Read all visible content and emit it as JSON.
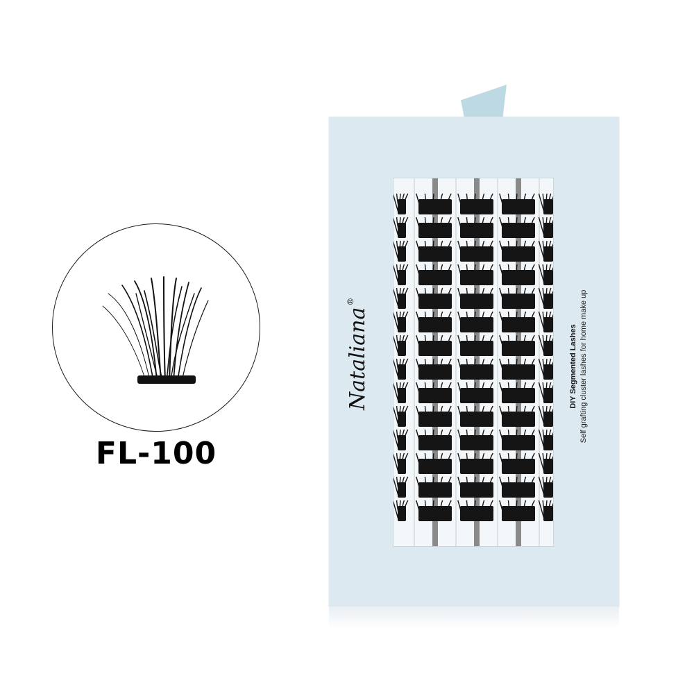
{
  "product": {
    "model": "FL-100",
    "brand": "Nataliana",
    "brand_mark": "®",
    "title": "DIY Segmented Lashes",
    "subtitle": "Self grafting cluster lashes for home make up"
  },
  "colors": {
    "box": "#dde9f0",
    "tab": "#bcd9e4",
    "lash": "#111111",
    "accent_gold": "#c9a24a"
  }
}
